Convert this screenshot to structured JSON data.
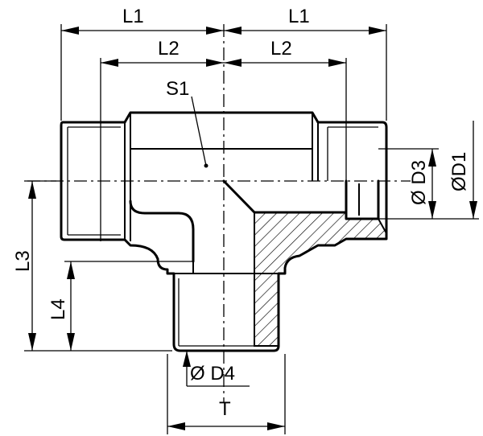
{
  "labels": {
    "l1_left": "L1",
    "l1_right": "L1",
    "l2_left": "L2",
    "l2_right": "L2",
    "s1": "S1",
    "l3": "L3",
    "l4": "L4",
    "d1": "ØD1",
    "d3": "Ø D3",
    "d4": "Ø D4",
    "t": "T"
  }
}
